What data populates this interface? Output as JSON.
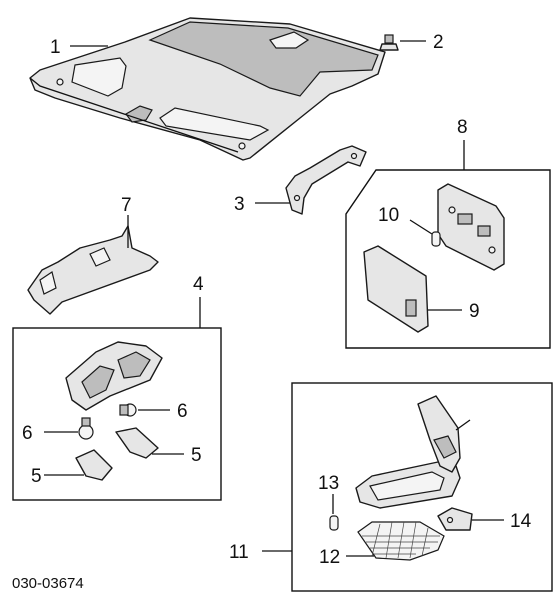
{
  "diagram_code": "030-03674",
  "callouts": {
    "c1": "1",
    "c2": "2",
    "c3": "3",
    "c4": "4",
    "c5a": "5",
    "c5b": "5",
    "c6a": "6",
    "c6b": "6",
    "c7": "7",
    "c8": "8",
    "c9": "9",
    "c10": "10",
    "c11": "11",
    "c12": "12",
    "c13": "13",
    "c14": "14"
  }
}
